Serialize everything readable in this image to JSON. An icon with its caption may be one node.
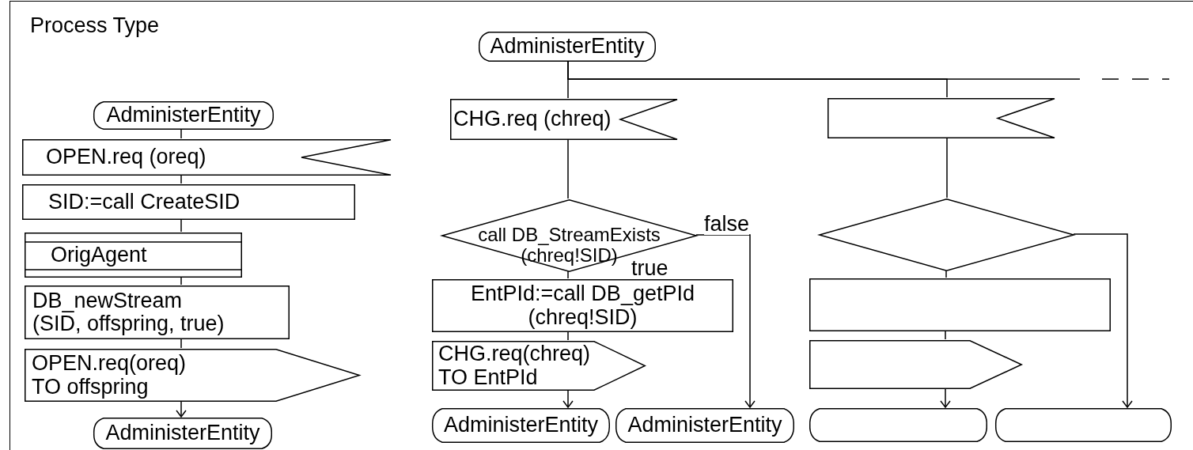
{
  "diagram": {
    "nodes": [
      {
        "text": [
          "Process Type"
        ]
      },
      {
        "text": [
          "AdministerEntity"
        ],
        "in": 0
      },
      {
        "text": [
          "OPEN.req (oreq)"
        ],
        "in": 0
      },
      {
        "text": [
          "SID:=call CreateSID"
        ],
        "in": 0
      },
      {
        "text": [
          "OrigAgent"
        ],
        "in": 0
      },
      {
        "text": [
          "DB_newStream (SID, offspring, true)"
        ],
        "in": 0
      },
      {
        "text": [
          "OPEN.req(oreq) TO offspring"
        ],
        "in": 0
      },
      {
        "text": [
          "AdministerEntity"
        ],
        "in": 0
      },
      {
        "text": [
          "AdministerEntity"
        ],
        "in": 0
      },
      {
        "text": [
          "CHG.req (chreq)"
        ],
        "in": 0
      },
      {
        "text": [
          "call DB_StreamExists (chreq!SID)"
        ],
        "in": 0
      },
      {
        "text": [
          "EntPId:=call DB_getPId (chreq!SID)"
        ],
        "in": 0
      },
      {
        "text": [
          "CHG.req(chreq) TO EntPId"
        ],
        "in": 0
      },
      {
        "text": [
          "AdministerEntity"
        ],
        "in": 0
      },
      {
        "text": [
          "AdministerEntity"
        ],
        "in": 0
      },
      {
        "text": [],
        "shape": "flag",
        "in": 0
      },
      {
        "text": [],
        "shape": "diamond",
        "in": 0
      },
      {
        "text": [],
        "shape": "box",
        "in": 0
      },
      {
        "text": [],
        "shape": "pentagon",
        "in": 0
      },
      {
        "text": [],
        "shape": "stadium",
        "in": 0
      },
      {
        "text": [],
        "shape": "stadium",
        "in": 0
      }
    ],
    "edges": [
      {
        "from": 1,
        "to": 2,
        "arrow": "none"
      },
      {
        "from": 2,
        "to": 3,
        "arrow": "none"
      },
      {
        "from": 3,
        "to": 4,
        "arrow": "none"
      },
      {
        "from": 4,
        "to": 5,
        "arrow": "none"
      },
      {
        "from": 5,
        "to": 6,
        "arrow": "none"
      },
      {
        "from": 6,
        "to": 7,
        "arrow": "to"
      },
      {
        "from": 8,
        "to": 9,
        "arrow": "none"
      },
      {
        "from": 8,
        "to": 15,
        "arrow": "none"
      },
      {
        "from": 8,
        "to": null,
        "arrow": "none",
        "style": "dashed"
      },
      {
        "from": 9,
        "to": 10,
        "arrow": "none"
      },
      {
        "from": 10,
        "to": 11,
        "arrow": "none",
        "label": "true"
      },
      {
        "from": 10,
        "to": 14,
        "arrow": "to",
        "label": "false"
      },
      {
        "from": 11,
        "to": 12,
        "arrow": "none"
      },
      {
        "from": 12,
        "to": 13,
        "arrow": "to"
      },
      {
        "from": 15,
        "to": 16,
        "arrow": "none"
      },
      {
        "from": 16,
        "to": 17,
        "arrow": "none"
      },
      {
        "from": 17,
        "to": 18,
        "arrow": "none"
      },
      {
        "from": 18,
        "to": 19,
        "arrow": "to"
      },
      {
        "from": 16,
        "to": 20,
        "arrow": "to"
      }
    ]
  }
}
